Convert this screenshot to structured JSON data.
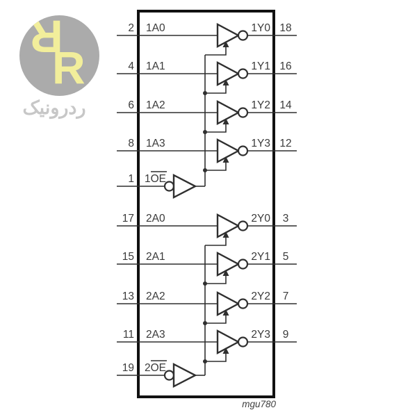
{
  "watermark": {
    "logo_letter": "R",
    "brand_text": "ردرونیک",
    "colors": {
      "circle": "#ababab",
      "letters": "#f2ee9b",
      "text": "#c7c7c7"
    }
  },
  "diagram": {
    "caption": "mgu780",
    "line_color": "#2f2f2f",
    "groups": [
      {
        "name": "bank-1",
        "oe": {
          "pin": "1",
          "prefix": "1",
          "overlined": "OE"
        },
        "buffers": [
          {
            "in_pin": "2",
            "in_label": "1A0",
            "out_label": "1Y0",
            "out_pin": "18"
          },
          {
            "in_pin": "4",
            "in_label": "1A1",
            "out_label": "1Y1",
            "out_pin": "16"
          },
          {
            "in_pin": "6",
            "in_label": "1A2",
            "out_label": "1Y2",
            "out_pin": "14"
          },
          {
            "in_pin": "8",
            "in_label": "1A3",
            "out_label": "1Y3",
            "out_pin": "12"
          }
        ]
      },
      {
        "name": "bank-2",
        "oe": {
          "pin": "19",
          "prefix": "2",
          "overlined": "OE"
        },
        "buffers": [
          {
            "in_pin": "17",
            "in_label": "2A0",
            "out_label": "2Y0",
            "out_pin": "3"
          },
          {
            "in_pin": "15",
            "in_label": "2A1",
            "out_label": "2Y1",
            "out_pin": "5"
          },
          {
            "in_pin": "13",
            "in_label": "2A2",
            "out_label": "2Y2",
            "out_pin": "7"
          },
          {
            "in_pin": "11",
            "in_label": "2A3",
            "out_label": "2Y3",
            "out_pin": "9"
          }
        ]
      }
    ]
  }
}
